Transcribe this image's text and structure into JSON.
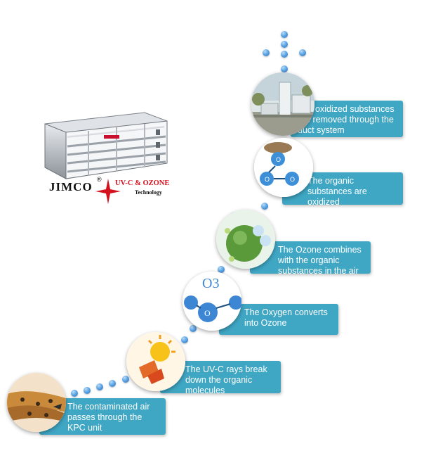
{
  "logo": {
    "brand": "JIMCO",
    "registered": "®",
    "line1": "UV-C & OZONE",
    "line2": "Technology"
  },
  "steps": [
    {
      "text": "The contaminated air passes through the KPC unit"
    },
    {
      "text": "The UV-C rays break down the organic molecules"
    },
    {
      "text": "The Oxygen converts into Ozone"
    },
    {
      "text": "The Ozone combines with the organic substances in the air"
    },
    {
      "text": "The organic substances are oxidized"
    },
    {
      "text": "The oxidized substances are removed through the duct system"
    }
  ],
  "ozone_labels": {
    "o3": "O3",
    "o": "O"
  },
  "colors": {
    "box": "#3fa6c4",
    "dot": "#3d86d4",
    "logo_red": "#d4121e"
  }
}
